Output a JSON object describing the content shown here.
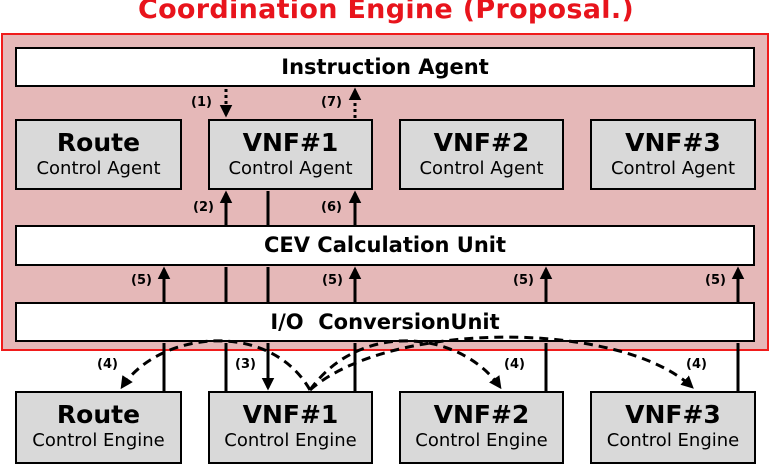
{
  "title": "Coordination Engine (Proposal.)",
  "instruction_agent": "Instruction Agent",
  "cev_unit": "CEV Calculation Unit",
  "io_unit": "I/O  ConversionUnit",
  "agents": [
    {
      "name": "Route",
      "sub": "Control Agent"
    },
    {
      "name": "VNF#1",
      "sub": "Control Agent"
    },
    {
      "name": "VNF#2",
      "sub": "Control Agent"
    },
    {
      "name": "VNF#3",
      "sub": "Control Agent"
    }
  ],
  "engines": [
    {
      "name": "Route",
      "sub": "Control Engine"
    },
    {
      "name": "VNF#1",
      "sub": "Control Engine"
    },
    {
      "name": "VNF#2",
      "sub": "Control Engine"
    },
    {
      "name": "VNF#3",
      "sub": "Control Engine"
    }
  ],
  "steps": {
    "s1": "(1)",
    "s2": "(2)",
    "s3": "(3)",
    "s4": "(4)",
    "s5": "(5)",
    "s6": "(6)",
    "s7": "(7)"
  },
  "colors": {
    "title": "#e8141c",
    "panel_fill": "#e5b8b8",
    "panel_border": "#f01b1b",
    "box_fill": "#d9d9d9"
  }
}
